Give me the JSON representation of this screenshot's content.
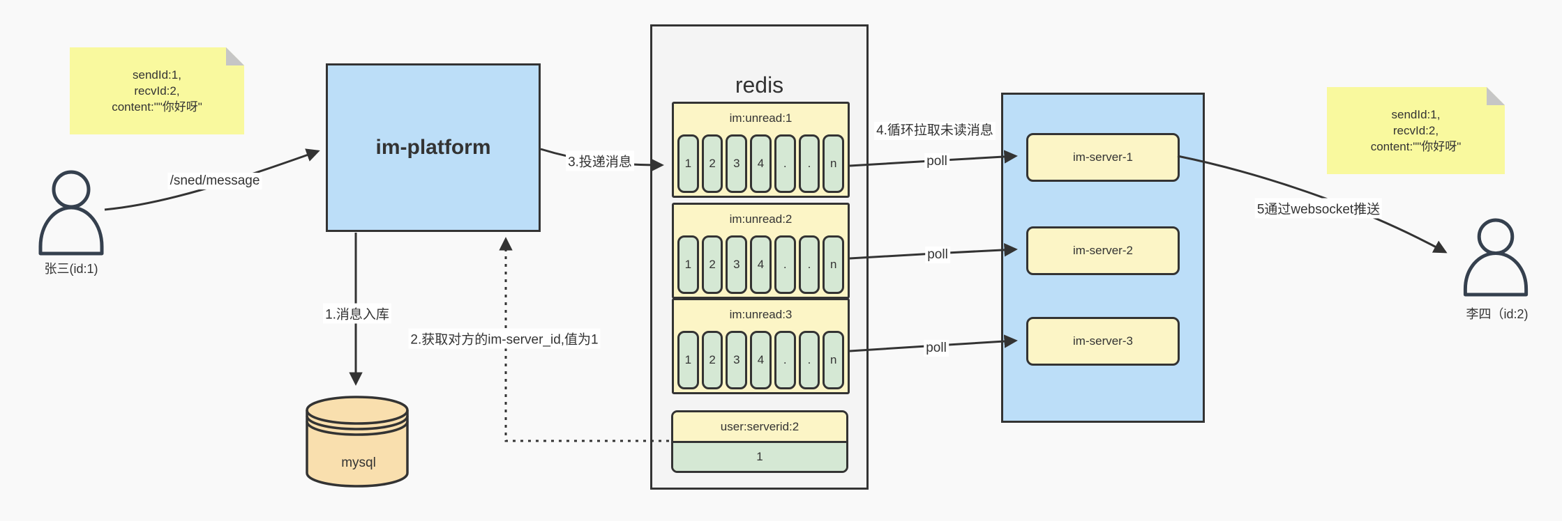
{
  "notes": {
    "left": {
      "line1": "sendId:1,",
      "line2": "recvId:2,",
      "line3": "content:\"\"你好呀\""
    },
    "right": {
      "line1": "sendId:1,",
      "line2": "recvId:2,",
      "line3": "content:\"\"你好呀\""
    }
  },
  "actors": {
    "sender": {
      "label": "张三(id:1)"
    },
    "receiver": {
      "label": "李四（id:2)"
    }
  },
  "platform": {
    "label": "im-platform"
  },
  "database": {
    "label": "mysql"
  },
  "redis": {
    "title": "redis",
    "lists": [
      {
        "header": "im:unread:1",
        "cells": [
          "1",
          "2",
          "3",
          "4",
          ".",
          ".",
          "n"
        ]
      },
      {
        "header": "im:unread:2",
        "cells": [
          "1",
          "2",
          "3",
          "4",
          ".",
          ".",
          "n"
        ]
      },
      {
        "header": "im:unread:3",
        "cells": [
          "1",
          "2",
          "3",
          "4",
          ".",
          ".",
          "n"
        ]
      }
    ],
    "kv": {
      "header": "user:serverid:2",
      "value": "1"
    }
  },
  "servers": {
    "items": [
      {
        "label": "im-server-1"
      },
      {
        "label": "im-server-2"
      },
      {
        "label": "im-server-3"
      }
    ]
  },
  "edges": {
    "send": "/sned/message",
    "step1": "1.消息入库",
    "step2": "2.获取对方的im-server_id,值为1",
    "step3": "3.投递消息",
    "step4": "4.循环拉取未读消息",
    "step5": "5通过websocket推送",
    "poll": "poll"
  },
  "colors": {
    "background": "#f9f9f9",
    "container_gray": "#f4f4f4",
    "blue": "#bcdef8",
    "note_yellow": "#f9f99e",
    "pale_yellow": "#fcf5c6",
    "green": "#d5e8d4",
    "tan": "#f9dfae",
    "border": "#333333",
    "actor_stroke": "#35404e"
  }
}
